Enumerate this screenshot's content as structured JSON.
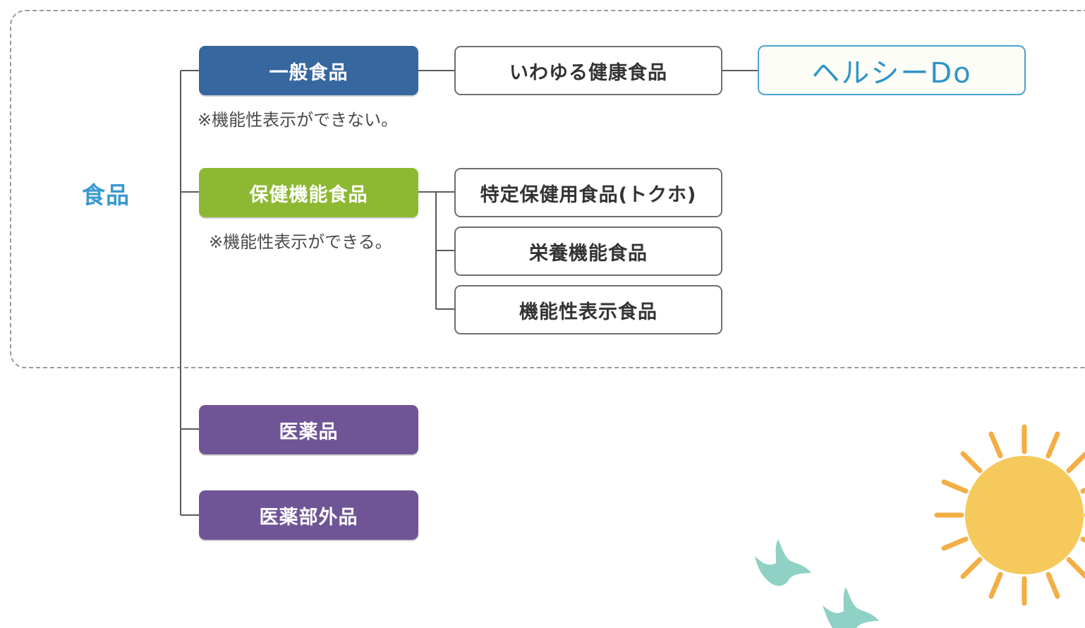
{
  "root": {
    "label": "食品"
  },
  "categories": [
    {
      "label": "一般食品",
      "note": "※機能性表示ができない。",
      "color": "#36679f"
    },
    {
      "label": "保健機能食品",
      "note": "※機能性表示ができる。",
      "color": "#8db832"
    },
    {
      "label": "医薬品",
      "color": "#6f5596"
    },
    {
      "label": "医薬部外品",
      "color": "#6f5596"
    }
  ],
  "general_food_children": [
    {
      "label": "いわゆる健康食品"
    }
  ],
  "brand": {
    "label": "ヘルシーDo",
    "color": "#2f95c7"
  },
  "health_function_food_children": [
    {
      "label": "特定保健用食品(トクホ)"
    },
    {
      "label": "栄養機能食品"
    },
    {
      "label": "機能性表示食品"
    }
  ],
  "colors": {
    "line": "#5a5a5a",
    "frame": "#9a9a9a",
    "sun": "#f5c95c",
    "sun_rays": "#f3ae44",
    "leaf": "#8fd1c4"
  }
}
